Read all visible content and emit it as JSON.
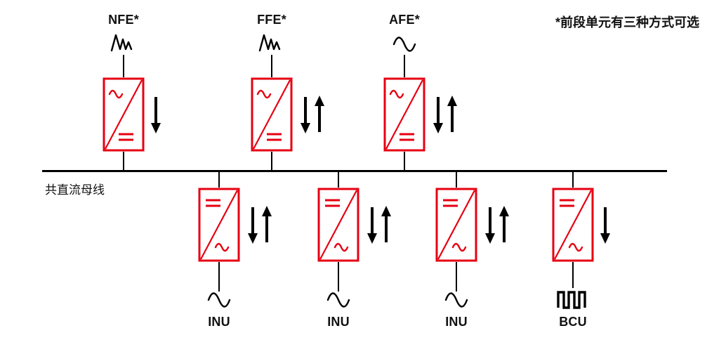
{
  "note": "*前段单元有三种方式可选",
  "bus": {
    "label": "共直流母线"
  },
  "top_units": [
    {
      "label": "NFE*",
      "source_icon": "distorted-wave-icon",
      "block_icon": "ac-to-dc-converter-icon",
      "power_flow": "down",
      "arrow_icon": "down-arrow-icon"
    },
    {
      "label": "FFE*",
      "source_icon": "distorted-wave-icon",
      "block_icon": "ac-to-dc-converter-icon",
      "power_flow": "bidirectional",
      "arrow_icon": "down-up-arrows-icon"
    },
    {
      "label": "AFE*",
      "source_icon": "sine-wave-icon",
      "block_icon": "ac-to-dc-converter-icon",
      "power_flow": "bidirectional",
      "arrow_icon": "down-up-arrows-icon"
    }
  ],
  "bottom_units": [
    {
      "label": "INU",
      "load_icon": "sine-wave-icon",
      "block_icon": "dc-to-ac-converter-icon",
      "power_flow": "bidirectional",
      "arrow_icon": "down-up-arrows-icon"
    },
    {
      "label": "INU",
      "load_icon": "sine-wave-icon",
      "block_icon": "dc-to-ac-converter-icon",
      "power_flow": "bidirectional",
      "arrow_icon": "down-up-arrows-icon"
    },
    {
      "label": "INU",
      "load_icon": "sine-wave-icon",
      "block_icon": "dc-to-ac-converter-icon",
      "power_flow": "bidirectional",
      "arrow_icon": "down-up-arrows-icon"
    },
    {
      "label": "BCU",
      "load_icon": "pulse-wave-icon",
      "block_icon": "dc-to-ac-converter-icon",
      "power_flow": "down",
      "arrow_icon": "down-arrow-icon"
    }
  ],
  "colors": {
    "block_border": "#e60012",
    "symbol_red": "#e60012",
    "line": "#000000",
    "text": "#111111",
    "background": "#ffffff"
  }
}
